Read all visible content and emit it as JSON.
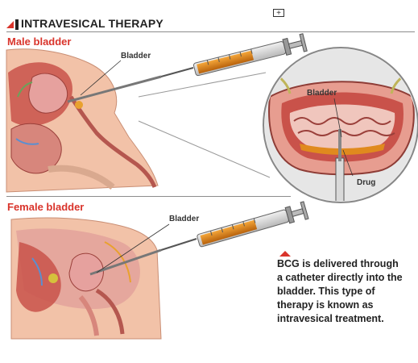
{
  "header": {
    "title": "INTRAVESICAL THERAPY",
    "expand_icon": "expand-icon",
    "accent_color": "#d9342b"
  },
  "sections": {
    "male": "Male bladder",
    "female": "Female bladder"
  },
  "labels": {
    "male_bladder": "Bladder",
    "zoom_bladder": "Bladder",
    "zoom_drug": "Drug",
    "female_bladder": "Bladder"
  },
  "caption": {
    "text": "BCG is delivered through a catheter directly into the bladder. This type of therapy is known as intravesical treatment."
  },
  "colors": {
    "skin": "#f2c2a8",
    "tissue_red": "#c9524a",
    "bladder_pink": "#e6a19e",
    "drug_orange": "#e08a1e"
  }
}
